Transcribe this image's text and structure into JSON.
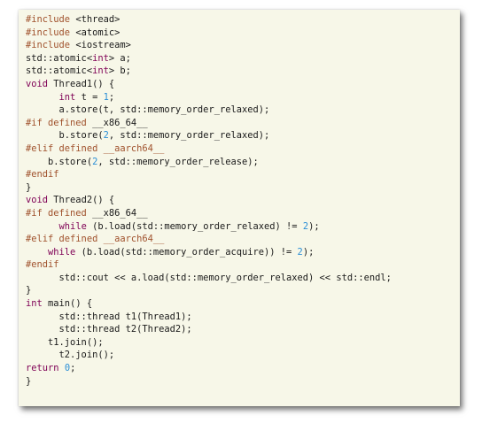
{
  "colors": {
    "background": "#f7f7e8",
    "preprocessor": "#a0522d",
    "keyword": "#7f0055",
    "number": "#2b8fd6",
    "text": "#1a1a1a"
  },
  "lines": [
    [
      {
        "t": "pp",
        "v": "#include "
      },
      {
        "t": "tx",
        "v": "<thread>"
      }
    ],
    [
      {
        "t": "pp",
        "v": "#include "
      },
      {
        "t": "tx",
        "v": "<atomic>"
      }
    ],
    [
      {
        "t": "pp",
        "v": "#include "
      },
      {
        "t": "tx",
        "v": "<iostream>"
      }
    ],
    [
      {
        "t": "tx",
        "v": "std::atomic<"
      },
      {
        "t": "kw",
        "v": "int"
      },
      {
        "t": "tx",
        "v": "> a;"
      }
    ],
    [
      {
        "t": "tx",
        "v": "std::atomic<"
      },
      {
        "t": "kw",
        "v": "int"
      },
      {
        "t": "tx",
        "v": "> b;"
      }
    ],
    [
      {
        "t": "kw",
        "v": "void"
      },
      {
        "t": "tx",
        "v": " Thread1() {"
      }
    ],
    [
      {
        "t": "tx",
        "v": "      "
      },
      {
        "t": "kw",
        "v": "int"
      },
      {
        "t": "tx",
        "v": " t = "
      },
      {
        "t": "num",
        "v": "1"
      },
      {
        "t": "tx",
        "v": ";"
      }
    ],
    [
      {
        "t": "tx",
        "v": "      a.store(t, std::memory_order_relaxed);"
      }
    ],
    [
      {
        "t": "pp",
        "v": "#if defined "
      },
      {
        "t": "tx",
        "v": "__x86_64__"
      }
    ],
    [
      {
        "t": "tx",
        "v": "      b.store("
      },
      {
        "t": "num",
        "v": "2"
      },
      {
        "t": "tx",
        "v": ", std::memory_order_relaxed);"
      }
    ],
    [
      {
        "t": "pp",
        "v": "#elif defined "
      },
      {
        "t": "pp",
        "v": "__aarch64__"
      }
    ],
    [
      {
        "t": "tx",
        "v": "    b.store("
      },
      {
        "t": "num",
        "v": "2"
      },
      {
        "t": "tx",
        "v": ", std::memory_order_release);"
      }
    ],
    [
      {
        "t": "pp",
        "v": "#endif"
      }
    ],
    [
      {
        "t": "tx",
        "v": "}"
      }
    ],
    [
      {
        "t": "kw",
        "v": "void"
      },
      {
        "t": "tx",
        "v": " Thread2() {"
      }
    ],
    [
      {
        "t": "pp",
        "v": "#if defined "
      },
      {
        "t": "tx",
        "v": "__x86_64__"
      }
    ],
    [
      {
        "t": "tx",
        "v": "      "
      },
      {
        "t": "kw",
        "v": "while"
      },
      {
        "t": "tx",
        "v": " (b.load(std::memory_order_relaxed) != "
      },
      {
        "t": "num",
        "v": "2"
      },
      {
        "t": "tx",
        "v": ");"
      }
    ],
    [
      {
        "t": "pp",
        "v": "#elif defined "
      },
      {
        "t": "pp",
        "v": "__aarch64__"
      }
    ],
    [
      {
        "t": "tx",
        "v": "    "
      },
      {
        "t": "kw",
        "v": "while"
      },
      {
        "t": "tx",
        "v": " (b.load(std::memory_order_acquire)) != "
      },
      {
        "t": "num",
        "v": "2"
      },
      {
        "t": "tx",
        "v": ");"
      }
    ],
    [
      {
        "t": "pp",
        "v": "#endif"
      }
    ],
    [
      {
        "t": "tx",
        "v": "      std::cout << a.load(std::memory_order_relaxed) << std::endl;"
      }
    ],
    [
      {
        "t": "tx",
        "v": "}"
      }
    ],
    [
      {
        "t": "kw",
        "v": "int"
      },
      {
        "t": "tx",
        "v": " main() {"
      }
    ],
    [
      {
        "t": "tx",
        "v": "      std::thread t1(Thread1);"
      }
    ],
    [
      {
        "t": "tx",
        "v": "      std::thread t2(Thread2);"
      }
    ],
    [
      {
        "t": "tx",
        "v": "    t1.join();"
      }
    ],
    [
      {
        "t": "tx",
        "v": "      t2.join();"
      }
    ],
    [
      {
        "t": "kw",
        "v": "return"
      },
      {
        "t": "tx",
        "v": " "
      },
      {
        "t": "num",
        "v": "0"
      },
      {
        "t": "tx",
        "v": ";"
      }
    ],
    [
      {
        "t": "tx",
        "v": "}"
      }
    ]
  ]
}
